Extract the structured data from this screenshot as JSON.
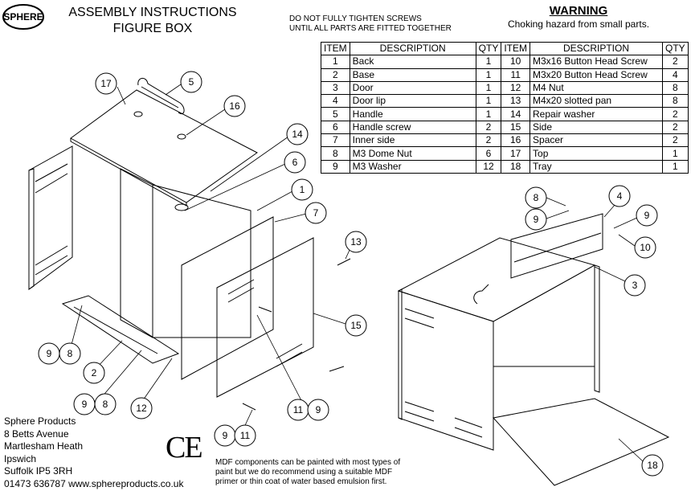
{
  "logo": {
    "text": "SPHERE"
  },
  "title": {
    "line1": "ASSEMBLY INSTRUCTIONS",
    "line2": "FIGURE BOX"
  },
  "note": {
    "line1": "DO NOT FULLY TIGHTEN SCREWS",
    "line2": "UNTIL ALL PARTS ARE FITTED TOGETHER"
  },
  "warning": {
    "heading": "WARNING",
    "text": "Choking hazard from small parts."
  },
  "parts_table": {
    "headers": [
      "ITEM",
      "DESCRIPTION",
      "QTY",
      "ITEM",
      "DESCRIPTION",
      "QTY"
    ],
    "left": [
      {
        "item": "1",
        "desc": "Back",
        "qty": "1"
      },
      {
        "item": "2",
        "desc": "Base",
        "qty": "1"
      },
      {
        "item": "3",
        "desc": "Door",
        "qty": "1"
      },
      {
        "item": "4",
        "desc": "Door lip",
        "qty": "1"
      },
      {
        "item": "5",
        "desc": "Handle",
        "qty": "1"
      },
      {
        "item": "6",
        "desc": "Handle screw",
        "qty": "2"
      },
      {
        "item": "7",
        "desc": "Inner side",
        "qty": "2"
      },
      {
        "item": "8",
        "desc": "M3 Dome Nut",
        "qty": "6"
      },
      {
        "item": "9",
        "desc": "M3 Washer",
        "qty": "12"
      }
    ],
    "right": [
      {
        "item": "10",
        "desc": "M3x16 Button Head Screw",
        "qty": "2"
      },
      {
        "item": "11",
        "desc": "M3x20 Button Head Screw",
        "qty": "4"
      },
      {
        "item": "12",
        "desc": "M4 Nut",
        "qty": "8"
      },
      {
        "item": "13",
        "desc": "M4x20 slotted pan",
        "qty": "8"
      },
      {
        "item": "14",
        "desc": "Repair washer",
        "qty": "2"
      },
      {
        "item": "15",
        "desc": "Side",
        "qty": "2"
      },
      {
        "item": "16",
        "desc": "Spacer",
        "qty": "2"
      },
      {
        "item": "17",
        "desc": "Top",
        "qty": "1"
      },
      {
        "item": "18",
        "desc": "Tray",
        "qty": "1"
      }
    ]
  },
  "address": {
    "line1": "Sphere Products",
    "line2": "8 Betts Avenue",
    "line3": "Martlesham Heath",
    "line4": "Ipswich",
    "line5": "Suffolk IP5 3RH",
    "line6": "01473 636787 www.sphereproducts.co.uk"
  },
  "ce_mark": "CE",
  "paint_note": "MDF components can be painted with most types of paint but we do recommend using a suitable MDF primer or thin coat of water based emulsion first.",
  "callouts": [
    "17",
    "5",
    "16",
    "14",
    "6",
    "1",
    "7",
    "13",
    "15",
    "9",
    "8",
    "2",
    "9",
    "8",
    "12",
    "11",
    "9",
    "9",
    "11",
    "8",
    "9",
    "4",
    "9",
    "10",
    "3",
    "18"
  ]
}
